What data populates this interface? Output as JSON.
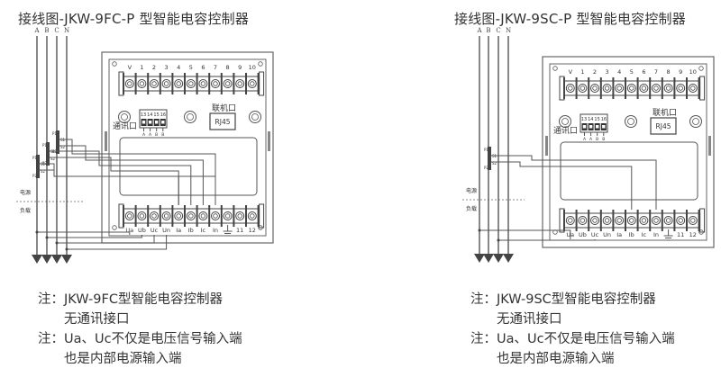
{
  "left": {
    "title": "接线图-JKW-9FC-P 型智能电容控制器",
    "phases": [
      "A",
      "B",
      "C",
      "N"
    ],
    "top_terminals": [
      "V",
      "1",
      "2",
      "3",
      "4",
      "5",
      "6",
      "7",
      "8",
      "9",
      "10"
    ],
    "bottom_terminals": [
      "Ua",
      "Ub",
      "Uc",
      "Un",
      "Ia",
      "Ib",
      "Ic",
      "In",
      "",
      "11",
      "12"
    ],
    "comm_port_label": "通讯口",
    "comm_pins": [
      "13",
      "14",
      "15",
      "16"
    ],
    "comm_pin_letters": [
      "A",
      "A",
      "B",
      "B"
    ],
    "link_port_label": "联机口",
    "rj45_label": "RJ45",
    "source_label": "电源",
    "load_label": "负载",
    "ct_count": 3,
    "notes": [
      {
        "prefix": "注：",
        "text": "JKW-9FC型智能电容控制器"
      },
      {
        "prefix": "",
        "text": "无通讯接口"
      },
      {
        "prefix": "注：",
        "text": "Ua、Uc不仅是电压信号输入端"
      },
      {
        "prefix": "",
        "text": "也是内部电源输入端"
      }
    ]
  },
  "right": {
    "title": "接线图-JKW-9SC-P 型智能电容控制器",
    "phases": [
      "A",
      "B",
      "C",
      "N"
    ],
    "top_terminals": [
      "V",
      "1",
      "2",
      "3",
      "4",
      "5",
      "6",
      "7",
      "8",
      "9",
      "10"
    ],
    "bottom_terminals": [
      "Ua",
      "Ub",
      "Uc",
      "Un",
      "Ia",
      "Ib",
      "Ic",
      "In",
      "",
      "11",
      "12"
    ],
    "comm_port_label": "通讯口",
    "comm_pins": [
      "13",
      "14",
      "15",
      "16"
    ],
    "comm_pin_letters": [
      "A",
      "A",
      "B",
      "B"
    ],
    "link_port_label": "联机口",
    "rj45_label": "RJ45",
    "source_label": "电源",
    "load_label": "负载",
    "ct_count": 1,
    "notes": [
      {
        "prefix": "注：",
        "text": "JKW-9SC型智能电容控制器"
      },
      {
        "prefix": "",
        "text": "无通讯接口"
      },
      {
        "prefix": "注：",
        "text": "Ua、Uc不仅是电压信号输入端"
      },
      {
        "prefix": "",
        "text": "也是内部电源输入端"
      }
    ]
  },
  "colors": {
    "line": "#555555",
    "box": "#666666",
    "ct": "#444444",
    "text": "#333333"
  }
}
